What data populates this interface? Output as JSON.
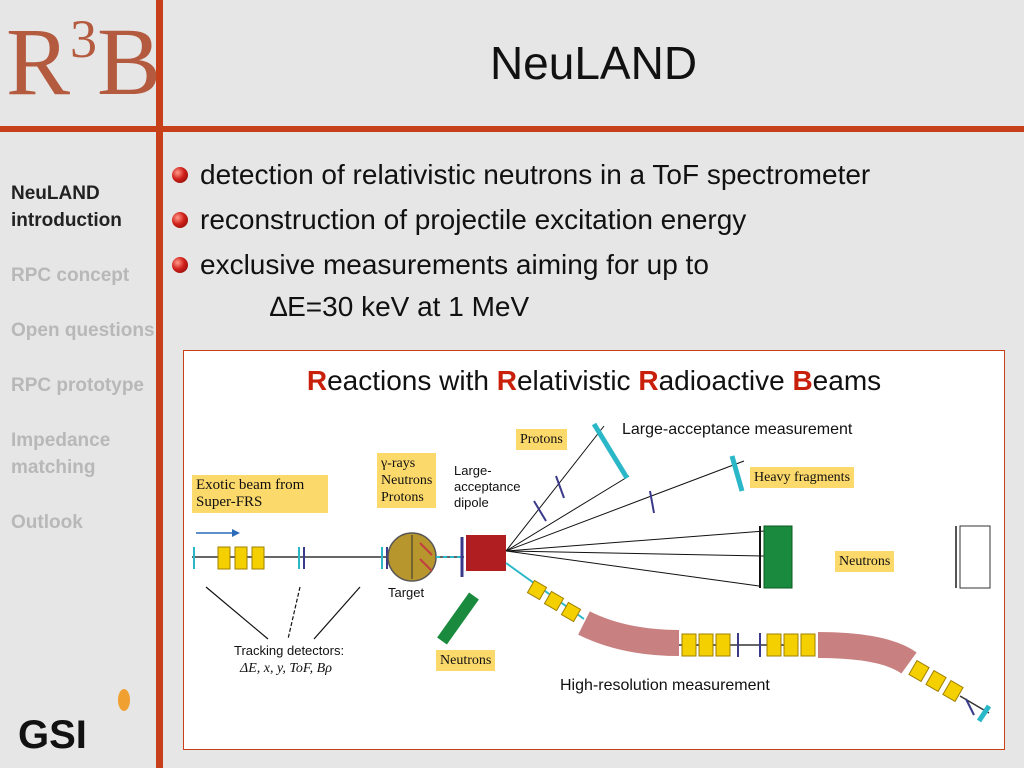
{
  "logo": {
    "text_r": "R",
    "text_sup": "3",
    "text_b": "B"
  },
  "title": "NeuLAND",
  "nav": {
    "items": [
      {
        "label": "NeuLAND introduction",
        "active": true
      },
      {
        "label": "RPC concept",
        "active": false
      },
      {
        "label": "Open questions",
        "active": false
      },
      {
        "label": "RPC prototype",
        "active": false
      },
      {
        "label": "Impedance matching",
        "active": false
      },
      {
        "label": "Outlook",
        "active": false
      }
    ]
  },
  "bullets": [
    "detection of relativistic neutrons in a ToF spectrometer",
    "reconstruction of projectile excitation energy",
    "exclusive measurements aiming for up to"
  ],
  "bullet_subline": "∆E=30 keV at 1 MeV",
  "figure": {
    "title_parts": [
      {
        "text": "R",
        "emph": true
      },
      {
        "text": "eactions with ",
        "emph": false
      },
      {
        "text": "R",
        "emph": true
      },
      {
        "text": "elativistic ",
        "emph": false
      },
      {
        "text": "R",
        "emph": true
      },
      {
        "text": "adioactive ",
        "emph": false
      },
      {
        "text": "B",
        "emph": true
      },
      {
        "text": "eams",
        "emph": false
      }
    ],
    "exotic_beam": [
      "Exotic beam from",
      "Super-FRS"
    ],
    "gamma_box": [
      "γ-rays",
      "Neutrons",
      "Protons"
    ],
    "dipole_label": [
      "Large-",
      "acceptance",
      "dipole"
    ],
    "protons": "Protons",
    "large_acceptance": "Large-acceptance measurement",
    "heavy_fragments": "Heavy fragments",
    "neutrons_right": "Neutrons",
    "neutrons_bottom": "Neutrons",
    "target": "Target",
    "tracking_line1": "Tracking detectors:",
    "tracking_line2": "ΔE, x, y, ToF, Bρ",
    "high_resolution": "High-resolution measurement"
  },
  "colors": {
    "accent": "#c8401a",
    "label_box": "#fcd96b",
    "detector_green": "#1a8a3e",
    "dipole_red": "#b01e22",
    "beamline_pink": "#c98080",
    "cyan": "#2ab8c8"
  },
  "footer_logo": "GSI"
}
